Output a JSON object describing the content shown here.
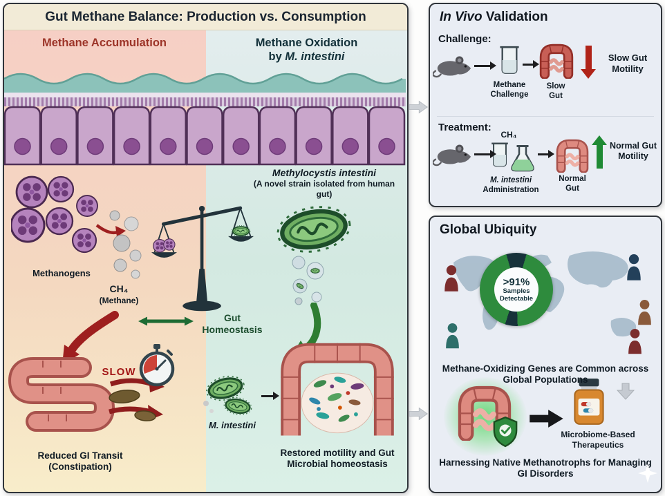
{
  "main_panel": {
    "title": "Gut Methane Balance: Production vs. Consumption",
    "accumulation": {
      "heading": "Methane Accumulation",
      "methanogens_label": "Methanogens",
      "ch4": "CH₄",
      "ch4_sub": "(Methane)",
      "slow": "SLOW",
      "outcome_line1": "Reduced GI Transit",
      "outcome_line2": "(Constipation)"
    },
    "oxidation": {
      "heading_line1": "Methane Oxidation",
      "heading_by": "by ",
      "heading_species": "M. intestini",
      "strain_name": "Methylocystis intestini",
      "strain_desc": "(A novel strain isolated from human gut)",
      "species_label": "M. intestini",
      "outcome": "Restored motility and Gut Microbial homeostasis"
    },
    "homeostasis_label": "Gut Homeostasis"
  },
  "invivo_panel": {
    "title_italic": "In Vivo",
    "title_rest": " Validation",
    "challenge": {
      "label": "Challenge:",
      "step1_label": "Methane Challenge",
      "step2_label": "Slow Gut",
      "result": "Slow Gut Motility"
    },
    "treatment": {
      "label": "Treatment:",
      "ch4": "CH₄",
      "step1_species": "M. intestini",
      "step1_rest": " Administration",
      "step2_label": "Normal Gut",
      "result": "Normal Gut Motility"
    }
  },
  "global_panel": {
    "title": "Global Ubiquity",
    "donut": {
      "value": ">91%",
      "label": "Samples Detectable",
      "green_pct": 91
    },
    "genes_text": "Methane-Oxidizing Genes are Common across Global Populations",
    "therapeutics_label": "Microbiome-Based Therapeutics",
    "footer": "Harnessing Native Methanotrophs for Managing GI Disorders"
  },
  "chart_data": {
    "type": "pie",
    "title": ">91% Samples Detectable",
    "slices": [
      {
        "label": "Samples with methane-oxidizing genes detectable",
        "value": 91
      },
      {
        "label": "Not detectable",
        "value": 9
      }
    ],
    "legend_position": "none"
  },
  "colors": {
    "maroon_heading": "#9c3428",
    "navy_heading": "#13313a",
    "red_arrow": "#9e1f1f",
    "green_arrow": "#2e7d32",
    "green_ring": "#2e8b3d",
    "panel_bg": "#e9edf4",
    "cream_bg": "#f2ebd7"
  },
  "icons": [
    "methanogen-icon",
    "bacterium-icon",
    "balance-scale-icon",
    "stopwatch-icon",
    "intestine-icon",
    "mouse-icon",
    "beaker-icon",
    "flask-icon",
    "world-map",
    "person-icon",
    "shield-check-icon",
    "pill-bottle-icon",
    "sparkle-icon"
  ]
}
